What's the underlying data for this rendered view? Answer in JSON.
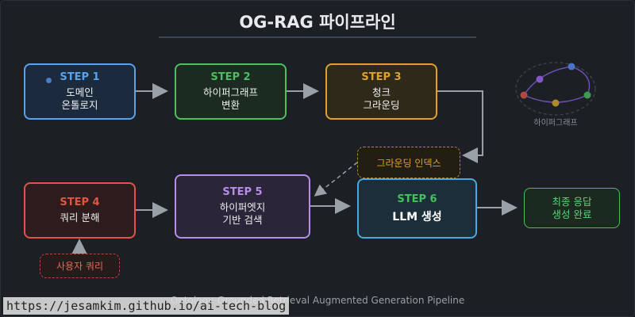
{
  "title": "OG-RAG 파이프라인",
  "steps": [
    {
      "step": "STEP 1",
      "line1": "도메인",
      "line2": "온톨로지"
    },
    {
      "step": "STEP 2",
      "line1": "하이퍼그래프",
      "line2": "변환"
    },
    {
      "step": "STEP 3",
      "line1": "청크",
      "line2": "그라운딩"
    },
    {
      "step": "STEP 4",
      "line1": "쿼리 분해",
      "line2": ""
    },
    {
      "step": "STEP 5",
      "line1": "하이퍼엣지",
      "line2": "기반 검색"
    },
    {
      "step": "STEP 6",
      "line1": "LLM 생성",
      "line2": ""
    }
  ],
  "grounding_index": "그라운딩 인덱스",
  "user_query": "사용자 쿼리",
  "final": {
    "line1": "최종 응답",
    "line2": "생성 완료"
  },
  "hypergraph_label": "하이퍼그래프",
  "subtitle": "Ontology-Grounded Retrieval Augmented Generation Pipeline",
  "url": "https://jesamkim.github.io/ai-tech-blog",
  "colors": {
    "step1": "#5ba3e8",
    "step2": "#4cbf62",
    "step3": "#e0a030",
    "step4": "#e05545",
    "step5": "#b68ee8",
    "step6": "#4aa8e0",
    "final": "#44c05c"
  }
}
